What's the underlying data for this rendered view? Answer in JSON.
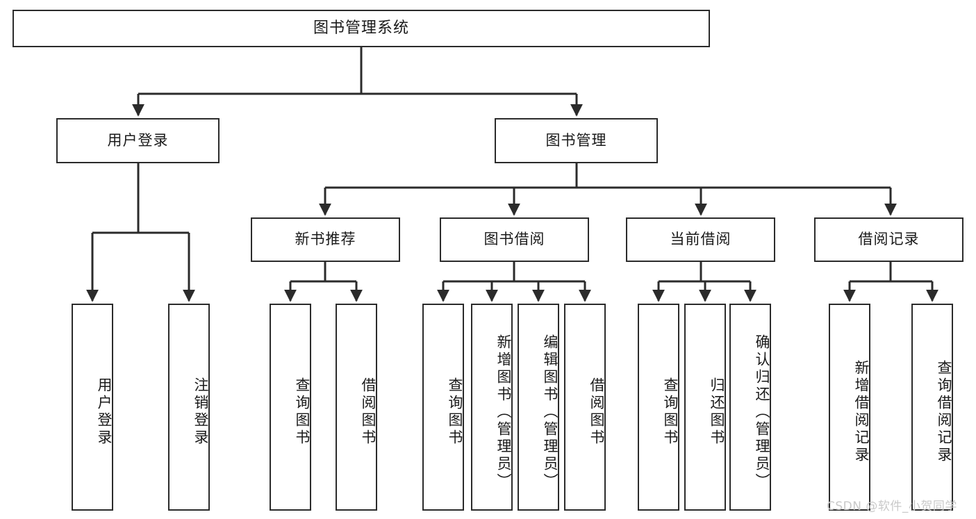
{
  "diagram": {
    "title": "图书管理系统",
    "root": {
      "id": "root",
      "label": "图书管理系统"
    },
    "level2": [
      {
        "id": "user-login",
        "label": "用户登录"
      },
      {
        "id": "book-management",
        "label": "图书管理"
      }
    ],
    "level3": [
      {
        "id": "new-book-recommend",
        "label": "新书推荐"
      },
      {
        "id": "book-borrow",
        "label": "图书借阅"
      },
      {
        "id": "current-borrow",
        "label": "当前借阅"
      },
      {
        "id": "borrow-record",
        "label": "借阅记录"
      }
    ],
    "leaves": {
      "user_login": [
        {
          "id": "leaf-user-login",
          "label": "用户登录"
        },
        {
          "id": "leaf-user-logout",
          "label": "注销登录"
        }
      ],
      "new_book_recommend": [
        {
          "id": "leaf-query-book-1",
          "label": "查询图书"
        },
        {
          "id": "leaf-borrow-book-1",
          "label": "借阅图书"
        }
      ],
      "book_borrow": [
        {
          "id": "leaf-query-book-2",
          "label": "查询图书"
        },
        {
          "id": "leaf-add-book",
          "label": "新增图书（管理员）"
        },
        {
          "id": "leaf-edit-book",
          "label": "编辑图书（管理员）"
        },
        {
          "id": "leaf-borrow-book-2",
          "label": "借阅图书"
        }
      ],
      "current_borrow": [
        {
          "id": "leaf-query-book-3",
          "label": "查询图书"
        },
        {
          "id": "leaf-return-book",
          "label": "归还图书"
        },
        {
          "id": "leaf-confirm-return",
          "label": "确认归还（管理员）"
        }
      ],
      "borrow_record": [
        {
          "id": "leaf-add-record",
          "label": "新增借阅记录"
        },
        {
          "id": "leaf-query-record",
          "label": "查询借阅记录"
        }
      ]
    },
    "watermark": "CSDN @软件_小贺同学",
    "colors": {
      "stroke": "#2b2b2b",
      "background": "#ffffff",
      "text": "#1a1a1a",
      "watermark": "#c9c9c9"
    }
  }
}
